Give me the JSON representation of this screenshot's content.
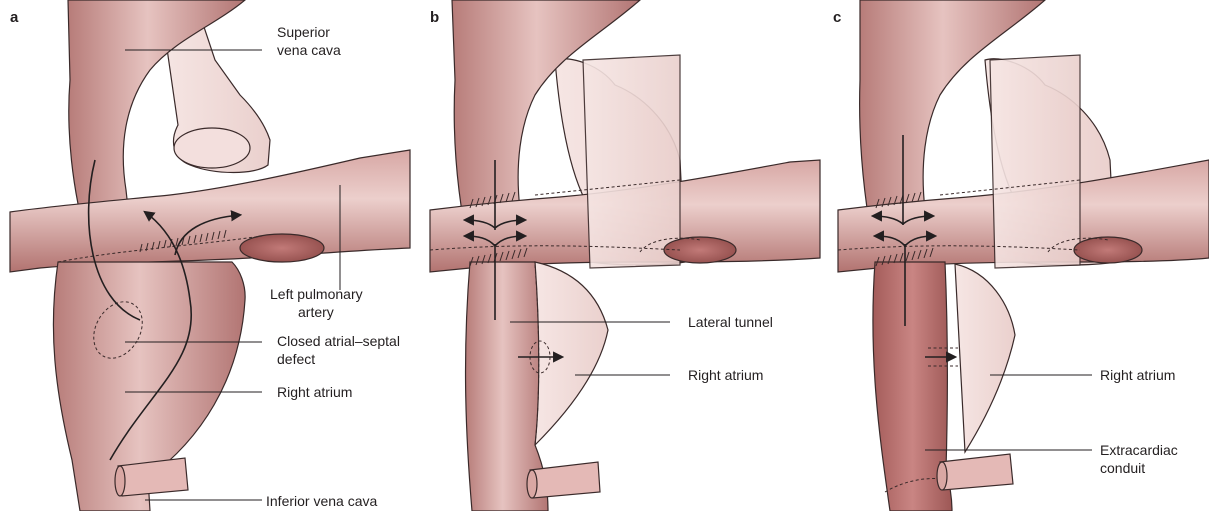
{
  "panels": [
    {
      "letter": "a",
      "labels": {
        "svc": [
          "Superior",
          "vena cava"
        ],
        "lpa": [
          "Left pulmonary",
          "artery"
        ],
        "asd": [
          "Closed atrial–septal",
          "defect"
        ],
        "ra": "Right atrium",
        "ivc": "Inferior vena cava"
      }
    },
    {
      "letter": "b",
      "labels": {
        "tunnel": "Lateral tunnel",
        "ra": "Right atrium"
      }
    },
    {
      "letter": "c",
      "labels": {
        "ra": "Right atrium",
        "conduit": [
          "Extracardiac",
          "conduit"
        ]
      }
    }
  ],
  "colors": {
    "vessel": "#c98f8c",
    "vessel_light": "#ecd0cd",
    "vessel_dark": "#a8605e",
    "atrium_pale": "#f5e4e2",
    "outline": "#3a2a2a"
  }
}
